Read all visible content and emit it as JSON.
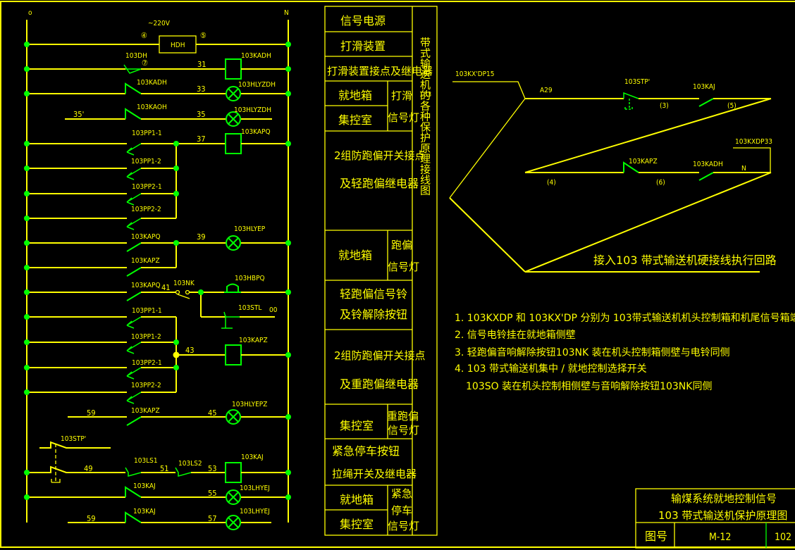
{
  "left_circuit": {
    "phase_label": "o",
    "neutral_label": "N",
    "supply_label": "~220V",
    "node_4": "④",
    "node_5": "⑤",
    "node_7": "⑦",
    "hdh_label": "HDH",
    "rows": [
      {
        "contact": "103DH",
        "wire": "31",
        "device": "103KADH"
      },
      {
        "contact": "103KADH",
        "wire": "33",
        "device": "103HLYZDH"
      },
      {
        "left_wire": "35'",
        "contact": "103KAOH",
        "wire": "35",
        "device": "103HLYZDH"
      },
      {
        "contact": "103PP1-1",
        "wire": "37",
        "device": "103KAPQ"
      },
      {
        "contact": "103PP1-2"
      },
      {
        "contact": "103PP2-1"
      },
      {
        "contact": "103PP2-2"
      },
      {
        "contact": "103KAPQ",
        "wire": "39",
        "device": "103HLYEP"
      },
      {
        "contact": "103KAPZ"
      },
      {
        "contact": "103KAPQ",
        "wire": "41",
        "switch": "103NK",
        "device": "103HBPQ"
      },
      {
        "contact": "103STL",
        "extra": "00"
      },
      {
        "contact": "103PP1-1"
      },
      {
        "contact": "103PP1-2",
        "wire": "43",
        "device": "103KAPZ"
      },
      {
        "contact": "103PP2-1"
      },
      {
        "contact": "103PP2-2"
      },
      {
        "left_wire": "59",
        "contact": "103KAPZ",
        "wire": "45",
        "device": "103HLYEPZ"
      },
      {
        "contact": "103STP'"
      },
      {
        "left_wire": "49",
        "contact": "103LS1",
        "wire2": "51",
        "contact2": "103LS2",
        "wire": "53",
        "device": "103KAJ"
      },
      {
        "contact": "103KAJ",
        "wire": "55",
        "device": "103LHYEJ"
      },
      {
        "left_wire": "59",
        "contact": "103KAJ",
        "wire": "57",
        "device": "103LHYEJ"
      }
    ]
  },
  "legend_table": {
    "cells": [
      "信号电源",
      "打滑装置",
      "打滑装置接点及继电器",
      "就地箱",
      "集控室",
      "打滑",
      "信号灯",
      "2组防跑偏开关接点",
      "及轻跑偏继电器",
      "就地箱",
      "跑偏",
      "信号灯",
      "轻跑偏信号铃",
      "及铃解除按钮",
      "2组防跑偏开关接点",
      "及重跑偏继电器",
      "集控室",
      "重跑偏",
      "信号灯",
      "紧急停车按钮",
      "拉绳开关及继电器",
      "就地箱",
      "集控室",
      "紧急",
      "停车",
      "信号灯"
    ],
    "vertical_title_num": "103",
    "vertical_title": "带式输送机的各种保护原理接线图"
  },
  "right_circuit": {
    "terminal_start": "103KX'DP15",
    "wire_a": "A29",
    "stop_button": "103STP'",
    "node_3": "(3)",
    "relay_kaj": "103KAJ",
    "node_5": "(5)",
    "terminal_end": "103KXDP33",
    "contact_kapz": "103KAPZ",
    "contact_kadh": "103KADH",
    "neutral": "N",
    "node_4": "(4)",
    "node_6": "(6)",
    "caption": "接入103  带式输送机硬接线执行回路"
  },
  "notes": [
    "1. 103KXDP  和  103KX'DP  分别为 103带式输送机机头控制箱和机尾信号箱端子排",
    "2. 信号电铃挂在就地箱侧壁",
    "3. 轻跑偏音响解除按钮103NK 装在机头控制箱侧壁与电铃同侧",
    "4. 103  带式输送机集中 / 就地控制选择开关",
    "103SO 装在机头控制相侧壁与音响解除按钮103NK同侧"
  ],
  "title_block": {
    "title_line1": "输煤系统就地控制信号",
    "title_line2": "103  带式输送机保护原理图",
    "drawing_no_label": "图号",
    "drawing_no": "M-12",
    "sheet": "102"
  },
  "colors": {
    "background": "#000000",
    "wire": "#ffff00",
    "device": "#00ff00"
  }
}
